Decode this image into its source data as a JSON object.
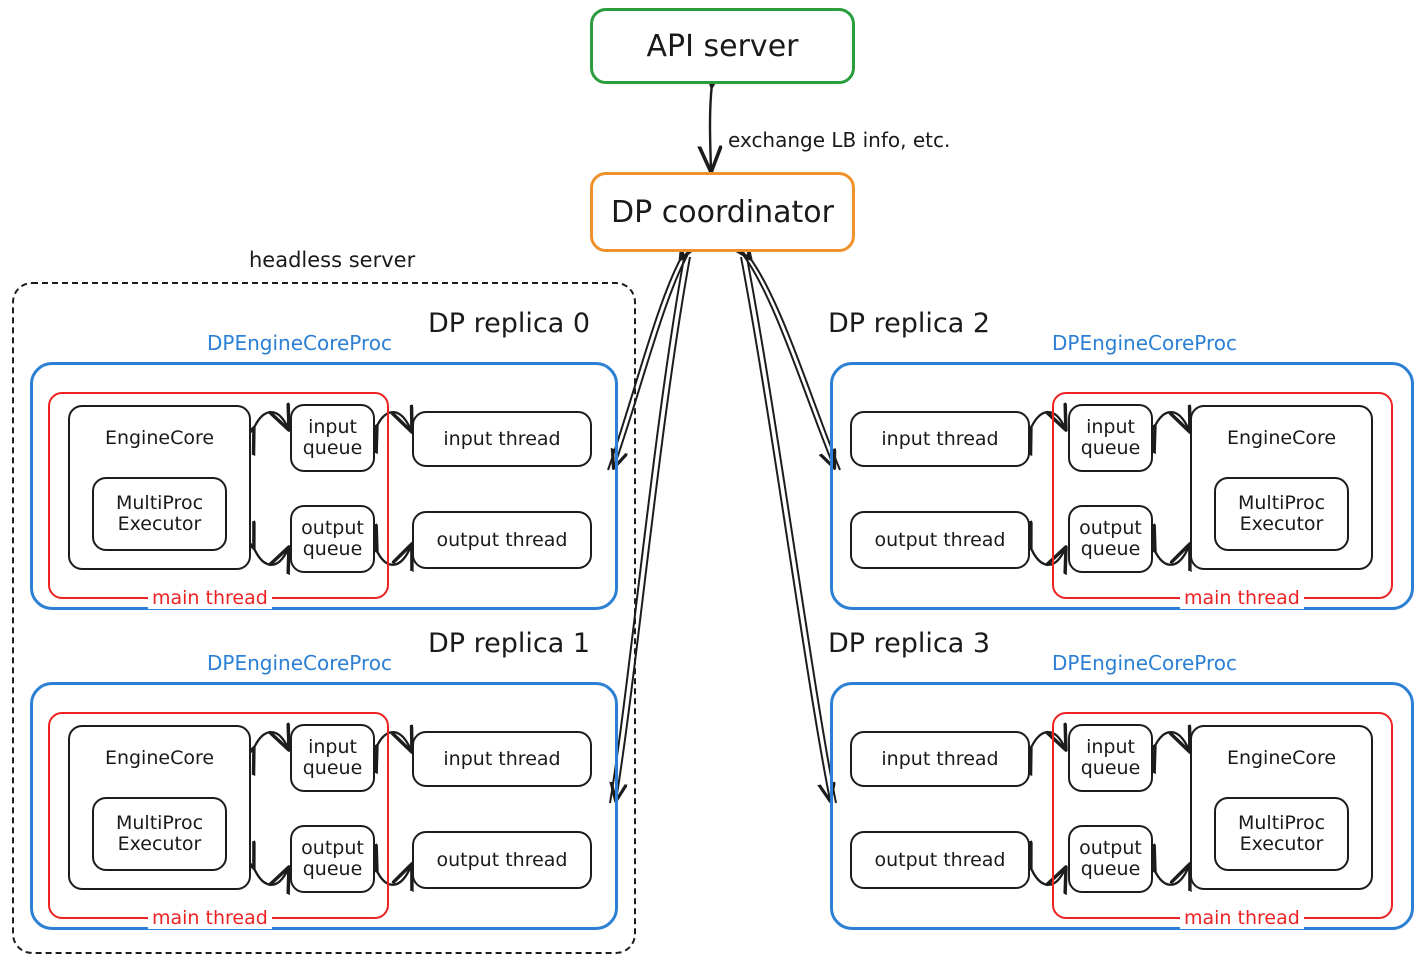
{
  "diagram": {
    "title_nodes": {
      "api_server": "API server",
      "dp_coordinator": "DP coordinator"
    },
    "edge_labels": {
      "coordinator_api": "exchange LB info, etc."
    },
    "group_labels": {
      "headless_server": "headless server"
    },
    "colors": {
      "api_server_border": "#2a9d3e",
      "coordinator_border": "#f0922b",
      "proc_border": "#2b7fd4",
      "main_thread_border": "#ee2222",
      "node_border": "#1c1c1c",
      "headless_border": "#1c1c1c"
    },
    "common": {
      "proc_label": "DPEngineCoreProc",
      "main_thread_label": "main thread",
      "engine_core": "EngineCore",
      "multiproc_executor_line1": "MultiProc",
      "multiproc_executor_line2": "Executor",
      "input_queue_line1": "input",
      "input_queue_line2": "queue",
      "output_queue_line1": "output",
      "output_queue_line2": "queue",
      "input_thread": "input thread",
      "output_thread": "output thread"
    },
    "replicas": [
      {
        "id": 0,
        "title": "DP replica 0",
        "orientation": "core-left",
        "inside_headless": true
      },
      {
        "id": 1,
        "title": "DP replica 1",
        "orientation": "core-left",
        "inside_headless": true
      },
      {
        "id": 2,
        "title": "DP replica 2",
        "orientation": "core-right",
        "inside_headless": false
      },
      {
        "id": 3,
        "title": "DP replica 3",
        "orientation": "core-right",
        "inside_headless": false
      }
    ]
  }
}
